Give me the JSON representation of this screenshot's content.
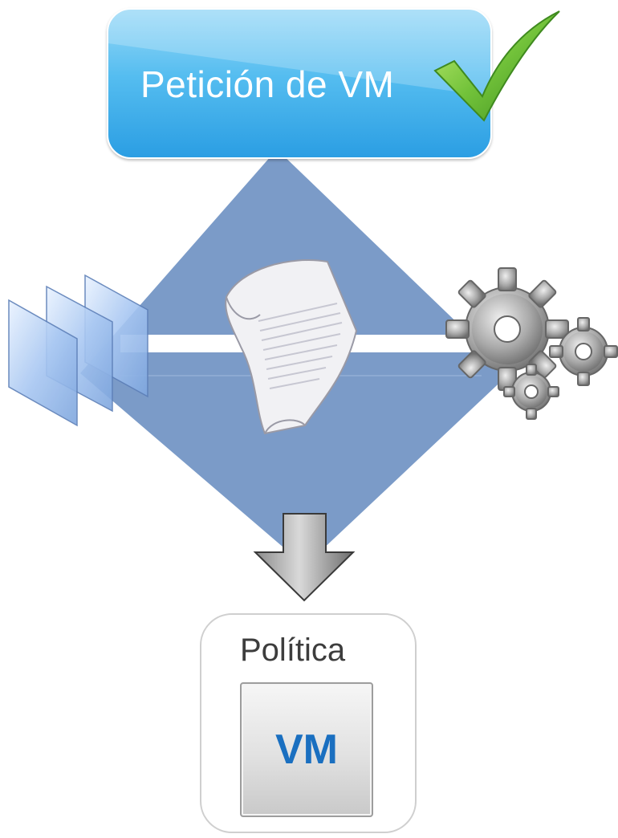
{
  "request": {
    "title": "Petición de VM"
  },
  "policy": {
    "title": "Política",
    "vm_label": "VM"
  },
  "icons": {
    "windows": "window-stack-icon",
    "script": "script-scroll-icon",
    "gears": "gears-icon",
    "check": "checkmark-icon",
    "arrow": "down-arrow-icon"
  },
  "colors": {
    "diamond": "#7b9bc8",
    "request_box": "#3fb0ec",
    "check": "#5fb52f",
    "vm_text": "#1a6fc0"
  }
}
